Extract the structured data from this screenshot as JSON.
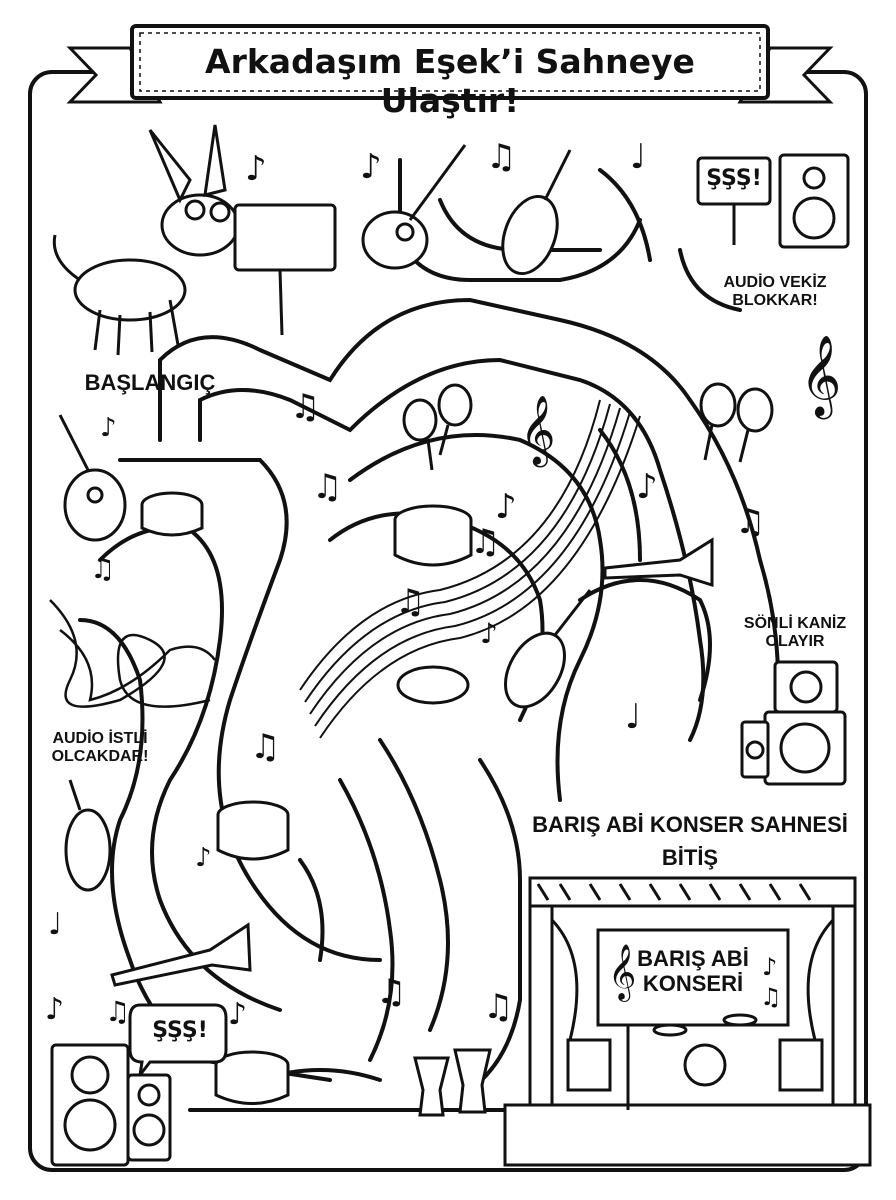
{
  "title": "Arkadaşım Eşek’i Sahneye Ulaştır!",
  "start_label": "BAŞLANGIÇ",
  "finish": {
    "line1": "BARIŞ ABİ KONSER SAHNESİ",
    "line2": "BİTİŞ"
  },
  "banner": {
    "line1": "BARIŞ ABİ",
    "line2": "KONSERİ"
  },
  "annotations": {
    "top_right": {
      "line1": "AUDİO VEKİZ",
      "line2": "BLOKKAR!"
    },
    "mid_right": {
      "line1": "SÖNLİ KANİZ",
      "line2": "OLAYIR"
    },
    "left": {
      "line1": "AUDİO İSTLİ",
      "line2": "OLCAKDAR!"
    }
  },
  "signs": {
    "top_right": "ŞŞŞ!",
    "bottom_left": "ŞŞŞ!"
  },
  "icons": [
    "donkey-icon",
    "music-sign-icon",
    "guitar-icon",
    "violin-icon",
    "drum-icon",
    "maracas-icon",
    "trumpet-icon",
    "tambourine-icon",
    "speaker-icon",
    "cable-icon",
    "bongo-icon",
    "stage-icon",
    "treble-clef-icon",
    "music-note-icon"
  ],
  "colors": {
    "ink": "#111111",
    "paper": "#ffffff"
  }
}
